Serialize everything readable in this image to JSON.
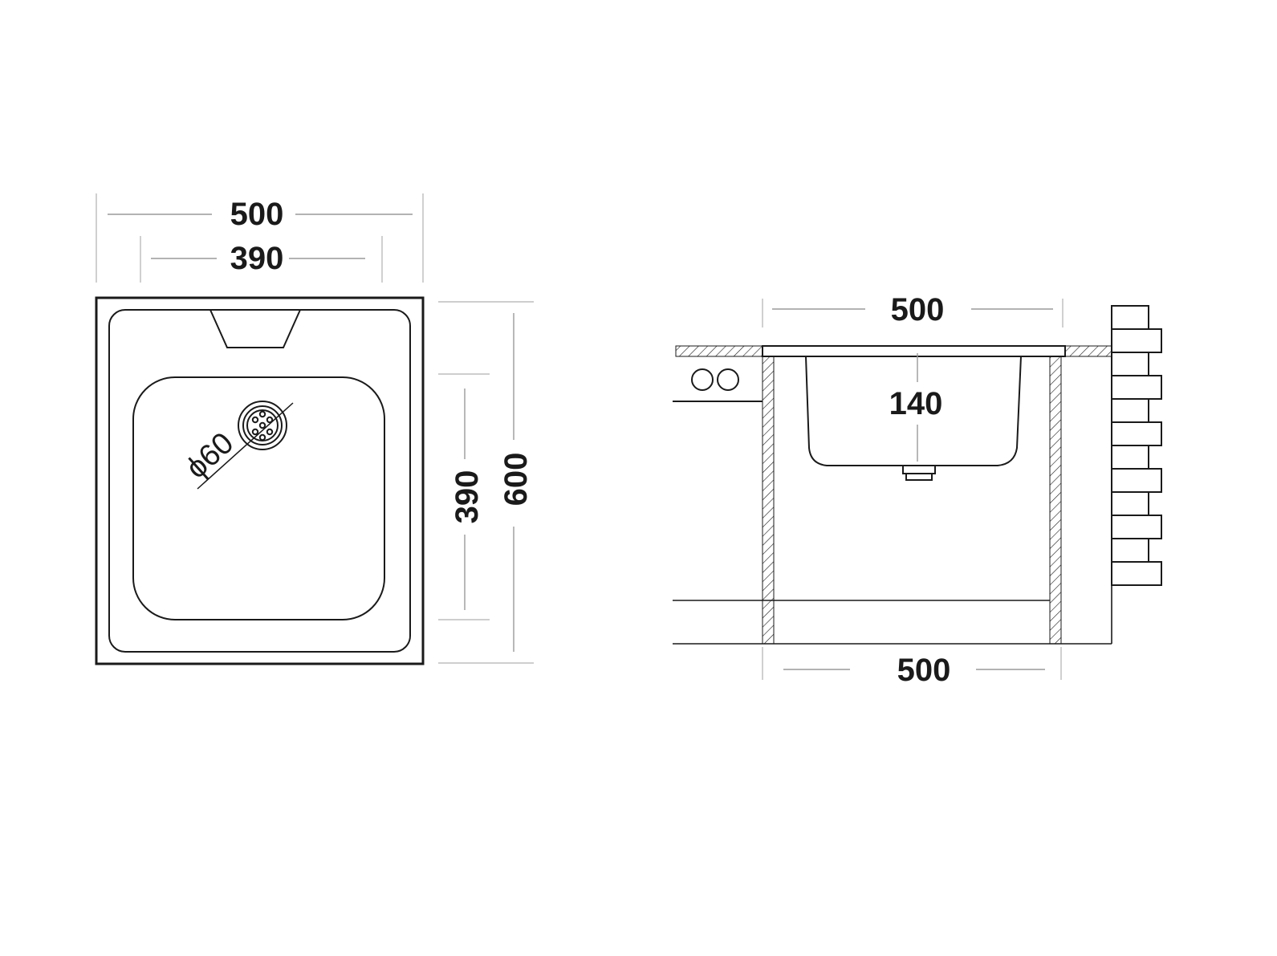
{
  "top_view": {
    "overall_width": "500",
    "bowl_width": "390",
    "bowl_depth": "390",
    "overall_depth": "600",
    "drain_diameter": "ϕ60"
  },
  "side_view": {
    "top_width": "500",
    "bowl_height": "140",
    "cabinet_width": "500"
  },
  "colors": {
    "line": "#1a1a1a",
    "dimension": "#9a9a9a"
  }
}
